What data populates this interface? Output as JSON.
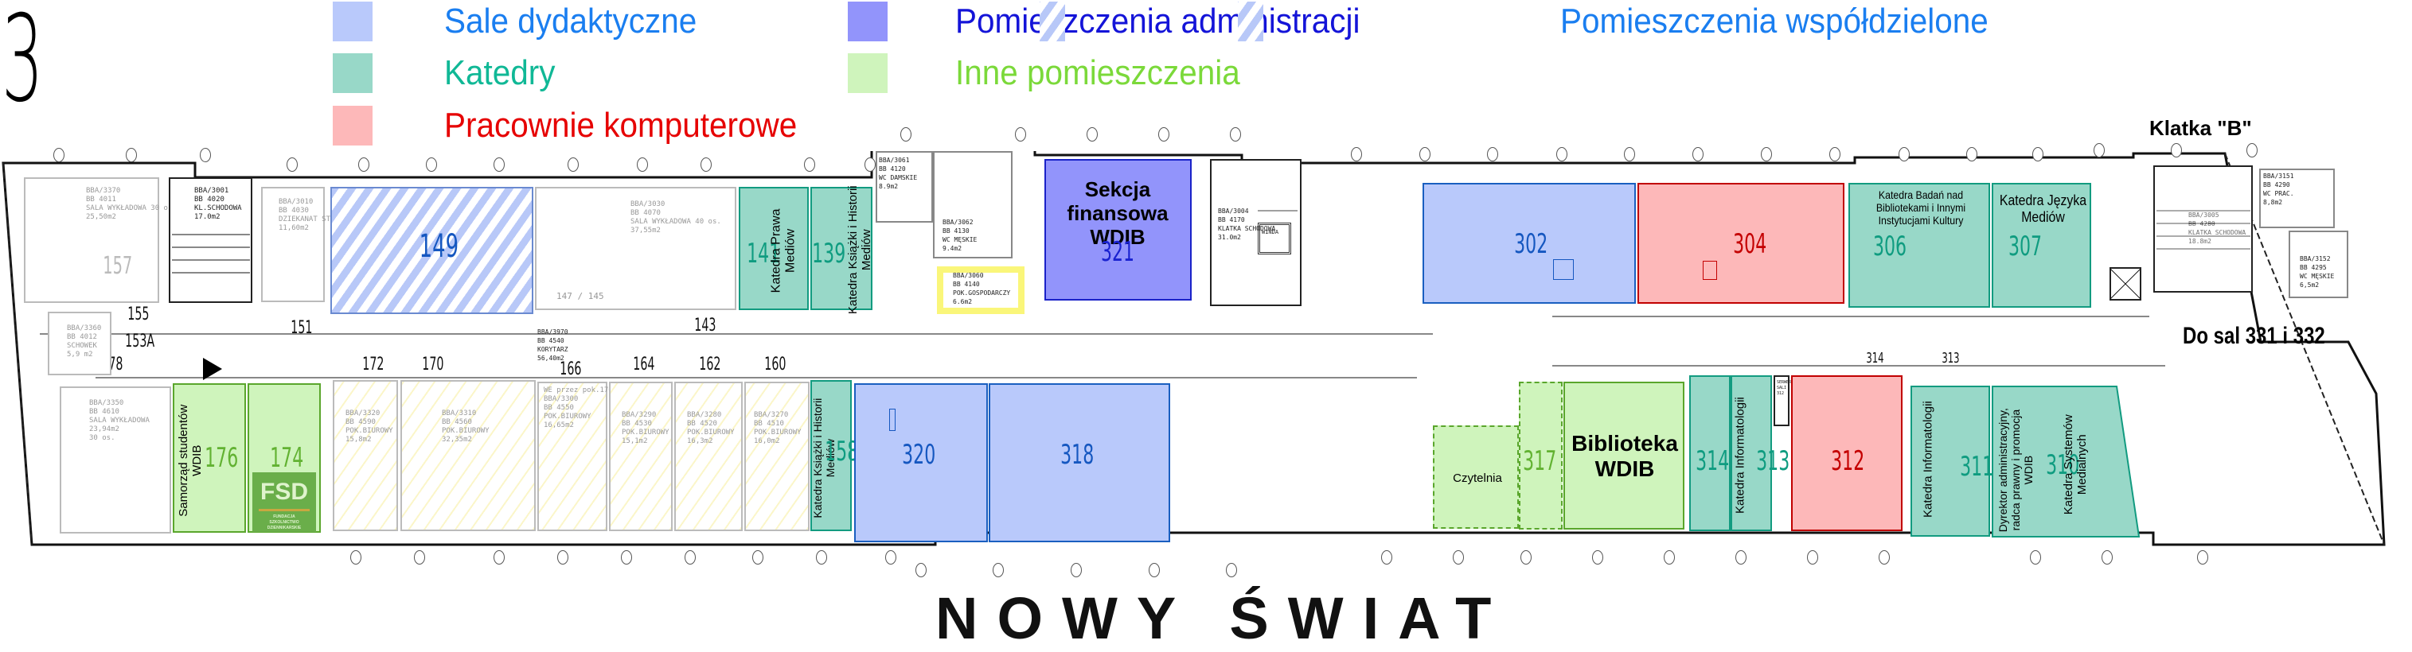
{
  "floor": {
    "number": "3"
  },
  "legend": [
    {
      "label": "Sale dydaktyczne",
      "swatch": "#b9c9fb",
      "text_color": "#1a7ef0",
      "pattern": "solid"
    },
    {
      "label": "Katedry",
      "swatch": "#98d8c8",
      "text_color": "#10b896",
      "pattern": "solid"
    },
    {
      "label": "Pracownie komputerowe",
      "swatch": "#fdb8b9",
      "text_color": "#e60000",
      "pattern": "solid"
    },
    {
      "label": "Pomieszczenia administracji",
      "swatch": "#9294fb",
      "text_color": "#1414d8",
      "pattern": "solid"
    },
    {
      "label": "Inne pomieszczenia",
      "swatch": "#cff4bc",
      "text_color": "#7bd93a",
      "pattern": "solid"
    },
    {
      "label": "Pomieszczenia współdzielone",
      "swatch": "#b8c8f8",
      "text_color": "#1a7ef0",
      "pattern": "hatched"
    }
  ],
  "annotations": {
    "stairwell_b": "Klatka \"B\"",
    "to_rooms": "Do sal 331 i 332",
    "street": "NOWY ŚWIAT"
  },
  "rooms_top": [
    {
      "number": "157",
      "category": "none",
      "info": "BBA/3370\nBB 4011\nSALA WYKŁADOWA 30 os.\n25,50m2"
    },
    {
      "number": "",
      "category": "stairs",
      "info": "BBA/3001\nBB 4020\nKL.SCHODOWA\n17.0m2"
    },
    {
      "number": "151",
      "category": "none",
      "info": "BBA/3010\nBB 4030\nDZIEKANAT ST.WECZ\n11,60m2"
    },
    {
      "number": "149",
      "category": "shared"
    },
    {
      "number": "147 / 145",
      "category": "none",
      "info": "BBA/3030\nBB 4070\nSALA WYKŁADOWA 40 os.\n37,55m2"
    },
    {
      "number": "141",
      "category": "department",
      "name": "Katedra Prawa Mediów"
    },
    {
      "number": "139",
      "category": "department",
      "name": "Katedra Książki i Historii Mediów"
    },
    {
      "number": "",
      "category": "wc",
      "info": "BBA/3061\nBB 4120\nWC DAMSKIE\n8.9m2"
    },
    {
      "number": "",
      "category": "wc",
      "info": "BBA/3062\nBB 4130\nWC MĘSKIE\n9.4m2"
    },
    {
      "number": "",
      "category": "utility",
      "info": "BBA/3060\nBB 4140\nPOK.GOSPODARCZY\n6.6m2"
    },
    {
      "number": "321",
      "category": "admin",
      "name": "Sekcja finansowa WDIB"
    },
    {
      "number": "",
      "category": "stairs",
      "info": "BBA/3004\nBB 4170\nKLATKA SCHODOWA\n31.0m2",
      "elevator": "WINDA"
    },
    {
      "number": "302",
      "category": "lecture"
    },
    {
      "number": "304",
      "category": "computer"
    },
    {
      "number": "306",
      "category": "department",
      "name": "Katedra Badań nad Bibliotekami i Innymi Instytucjami Kultury"
    },
    {
      "number": "307",
      "category": "department",
      "name": "Katedra Języka Mediów"
    },
    {
      "number": "",
      "category": "stairs",
      "info": "BBA/3005\nBB 4280\nKLATKA SCHODOWA\n18.8m2"
    },
    {
      "number": "",
      "category": "wc",
      "info": "BBA/3151\nBB 4290\nWC PRAC.\n8,8m2"
    },
    {
      "number": "",
      "category": "wc",
      "info": "BBA/3152\nBB 4295\nWC MĘSKIE\n6,5m2"
    }
  ],
  "corridor": {
    "info": "BBA/3970\nBB 4540\nKORYTARZ\n56,40m2",
    "door_numbers": [
      "155",
      "153A",
      "151",
      "143",
      "178",
      "172",
      "170",
      "166",
      "164",
      "162",
      "160",
      "314",
      "313"
    ]
  },
  "rooms_left_small": [
    {
      "number": "153A",
      "info": "BBA/3360\nBB 4012\nSCHOWEK\n5,9 m2"
    },
    {
      "number": "178",
      "info": "BBA/3350\nBB 4610\nSALA WYKŁADOWA\n23,94m2\n30 os."
    }
  ],
  "rooms_bottom": [
    {
      "number": "176",
      "category": "other",
      "name": "Samorząd studentów WDIB"
    },
    {
      "number": "174",
      "category": "other",
      "logo": {
        "title": "FSD",
        "subtitle": "FUNDACJA\nSZKOLNICTWO\nDZIENNIKARSKIE"
      }
    },
    {
      "number": "172",
      "category": "inactive",
      "info": "BBA/3320\nBB 4590\nPOK.BIUROWY\n15,8m2"
    },
    {
      "number": "170",
      "category": "inactive",
      "info": "BBA/3310\nBB 4560\nPOK.BIUROWY\n32,35m2"
    },
    {
      "number": "166",
      "category": "inactive",
      "info": "WE przez pok.170\nBBA/3300\nBB 4550\nPOK.BIUROWY\n16,65m2"
    },
    {
      "number": "164",
      "category": "inactive",
      "info": "BBA/3290\nBB 4530\nPOK.BIUROWY\n15,1m2"
    },
    {
      "number": "162",
      "category": "inactive",
      "info": "BBA/3280\nBB 4520\nPOK.BIUROWY\n16,3m2"
    },
    {
      "number": "160",
      "category": "inactive",
      "info": "BBA/3270\nBB 4510\nPOK.BIUROWY\n16,0m2"
    },
    {
      "number": "158",
      "category": "department",
      "name": "Katedra Książki i Historii Mediów"
    },
    {
      "number": "320",
      "category": "lecture"
    },
    {
      "number": "318",
      "category": "lecture"
    },
    {
      "number": "",
      "category": "other",
      "name": "Czytelnia"
    },
    {
      "number": "317",
      "category": "other"
    },
    {
      "number": "",
      "category": "other",
      "name": "Biblioteka WDIB"
    },
    {
      "number": "314",
      "category": "department"
    },
    {
      "number": "313",
      "category": "department",
      "name": "Katedra Informatologii"
    },
    {
      "number": "",
      "category": "server",
      "info": "SERWER\nSALI\n312"
    },
    {
      "number": "312",
      "category": "computer"
    },
    {
      "number": "311",
      "category": "department",
      "name": "Katedra Informatologii"
    },
    {
      "number": "310",
      "category": "department",
      "name": "Katedra Systemów Medialnych",
      "name2": "Dyrektor administracyjny, radca prawny i promocja WDIB"
    }
  ]
}
